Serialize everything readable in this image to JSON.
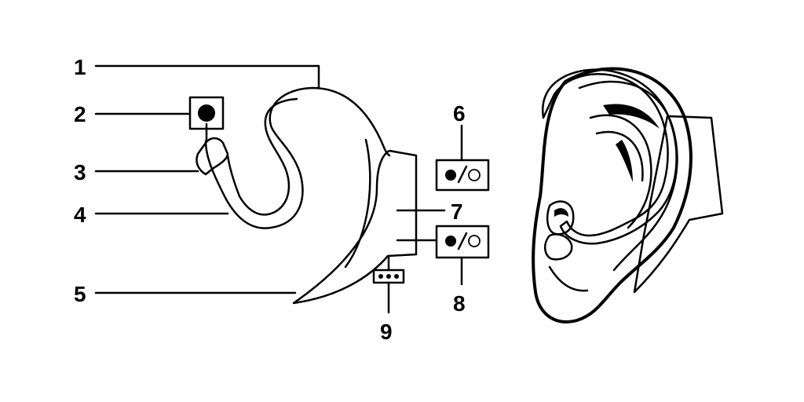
{
  "diagram": {
    "labels": {
      "1": "1",
      "2": "2",
      "3": "3",
      "4": "4",
      "5": "5",
      "6": "6",
      "7": "7",
      "8": "8",
      "9": "9"
    },
    "icons": {
      "button_main": "filled-circle-button-icon",
      "switch_upper": "on-off-toggle-icon",
      "switch_lower": "on-off-toggle-icon",
      "indicator": "three-dots-icon"
    },
    "colors": {
      "line": "#000000",
      "ear_fill": "#e6e6e6",
      "background": "#ffffff"
    }
  }
}
